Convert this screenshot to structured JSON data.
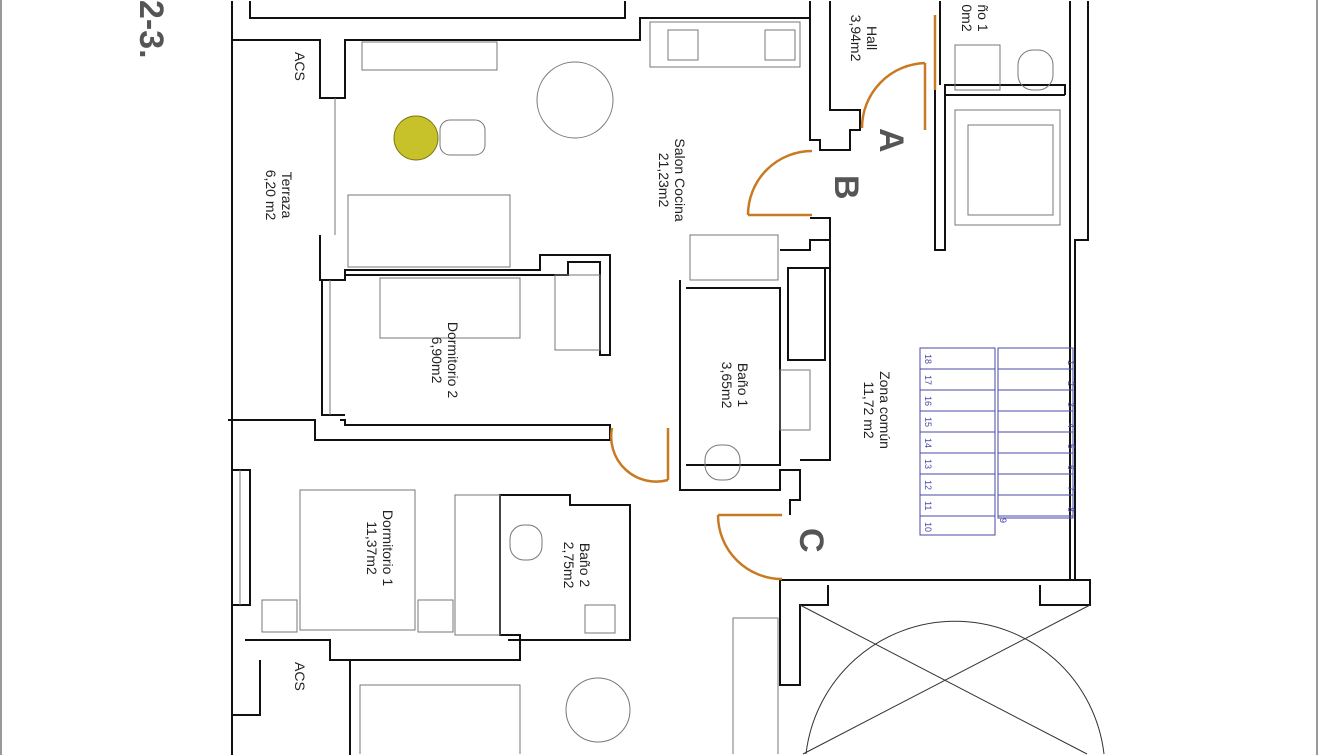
{
  "plan_label": "2-3.",
  "rooms": [
    {
      "name": "Salon Cocina",
      "area": "21,23m2"
    },
    {
      "name": "Terraza",
      "area": "6,20 m2"
    },
    {
      "name": "Dormitorio 2",
      "area": "6,90m2"
    },
    {
      "name": "Baño 1",
      "area": "3,65m2"
    },
    {
      "name": "Zona común",
      "area": "11,72 m2"
    },
    {
      "name": "Dormitorio 1",
      "area": "11,37m2"
    },
    {
      "name": "Baño 2",
      "area": "2,75m2"
    },
    {
      "name": "Hall",
      "area": "3,94m2"
    },
    {
      "name": "ño 1",
      "area": "0m2"
    }
  ],
  "acs_labels": [
    "ACS",
    "ACS"
  ],
  "doors": [
    "A",
    "B",
    "C"
  ],
  "stair_steps": [
    "1",
    "2",
    "3",
    "4",
    "5",
    "6",
    "7",
    "8",
    "9",
    "10",
    "11",
    "12",
    "13",
    "14",
    "15",
    "16",
    "17",
    "18"
  ],
  "colors": {
    "wall": "#111111",
    "door": "#c87a22",
    "stair": "#4a4aa8"
  }
}
